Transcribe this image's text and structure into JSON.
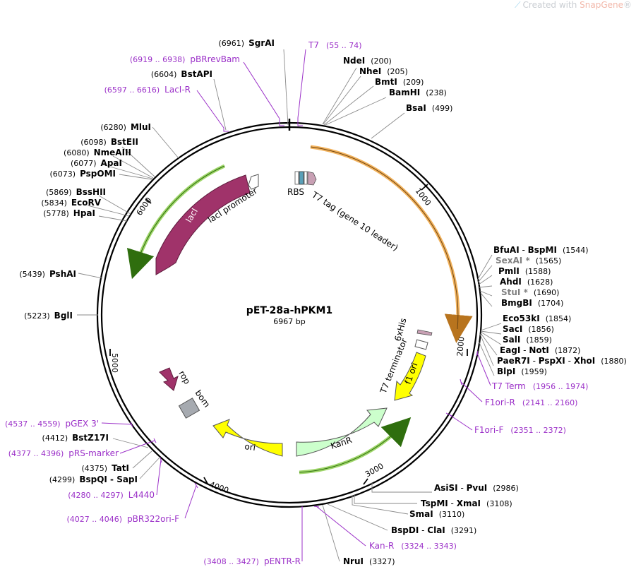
{
  "watermark": {
    "prefix": "Created with ",
    "brand": "SnapGene",
    "suffix": "®"
  },
  "plasmid": {
    "name": "pET-28a-hPKM1",
    "size_label": "6967 bp"
  },
  "ticks": [
    "1000",
    "2000",
    "3000",
    "4000",
    "5000",
    "6000"
  ],
  "sites_right": [
    {
      "parts": [
        {
          "t": "NdeI"
        }
      ],
      "pos": "(200)"
    },
    {
      "parts": [
        {
          "t": "NheI"
        }
      ],
      "pos": "(205)"
    },
    {
      "parts": [
        {
          "t": "BmtI"
        }
      ],
      "pos": "(209)"
    },
    {
      "parts": [
        {
          "t": "BamHI"
        }
      ],
      "pos": "(238)"
    },
    {
      "parts": [
        {
          "t": "BsaI"
        }
      ],
      "pos": "(499)"
    },
    {
      "parts": [
        {
          "t": "BfuAI"
        },
        {
          "t": " - ",
          "sep": true
        },
        {
          "t": "BspMI"
        }
      ],
      "pos": "(1544)"
    },
    {
      "parts": [
        {
          "t": "SexAI *",
          "grey": true
        }
      ],
      "pos": "(1565)"
    },
    {
      "parts": [
        {
          "t": "PmlI"
        }
      ],
      "pos": "(1588)"
    },
    {
      "parts": [
        {
          "t": "AhdI"
        }
      ],
      "pos": "(1628)"
    },
    {
      "parts": [
        {
          "t": "StuI *",
          "grey": true
        }
      ],
      "pos": "(1690)"
    },
    {
      "parts": [
        {
          "t": "BmgBI"
        }
      ],
      "pos": "(1704)"
    },
    {
      "parts": [
        {
          "t": "Eco53kI"
        }
      ],
      "pos": "(1854)"
    },
    {
      "parts": [
        {
          "t": "SacI"
        }
      ],
      "pos": "(1856)"
    },
    {
      "parts": [
        {
          "t": "SalI"
        }
      ],
      "pos": "(1859)"
    },
    {
      "parts": [
        {
          "t": "EagI"
        },
        {
          "t": " - ",
          "sep": true
        },
        {
          "t": "NotI"
        }
      ],
      "pos": "(1872)"
    },
    {
      "parts": [
        {
          "t": "PaeR7I"
        },
        {
          "t": " - ",
          "sep": true
        },
        {
          "t": "PspXI"
        },
        {
          "t": " - ",
          "sep": true
        },
        {
          "t": "XhoI"
        }
      ],
      "pos": "(1880)"
    },
    {
      "parts": [
        {
          "t": "BlpI"
        }
      ],
      "pos": "(1959)"
    },
    {
      "parts": [
        {
          "t": "AsiSI"
        },
        {
          "t": " - ",
          "sep": true
        },
        {
          "t": "PvuI"
        }
      ],
      "pos": "(2986)"
    },
    {
      "parts": [
        {
          "t": "TspMI"
        },
        {
          "t": " - ",
          "sep": true
        },
        {
          "t": "XmaI"
        }
      ],
      "pos": "(3108)"
    },
    {
      "parts": [
        {
          "t": "SmaI"
        }
      ],
      "pos": "(3110)"
    },
    {
      "parts": [
        {
          "t": "BspDI"
        },
        {
          "t": " - ",
          "sep": true
        },
        {
          "t": "ClaI"
        }
      ],
      "pos": "(3291)"
    },
    {
      "parts": [
        {
          "t": "NruI"
        }
      ],
      "pos": "(3327)"
    }
  ],
  "sites_left": [
    {
      "name": "SgrAI",
      "pos": "(6961)"
    },
    {
      "name": "BstAPI",
      "pos": "(6604)"
    },
    {
      "name": "MluI",
      "pos": "(6280)"
    },
    {
      "name": "BstEII",
      "pos": "(6098)"
    },
    {
      "name": "NmeAIII",
      "pos": "(6080)"
    },
    {
      "name": "ApaI",
      "pos": "(6077)"
    },
    {
      "name": "PspOMI",
      "pos": "(6073)"
    },
    {
      "name": "BssHII",
      "pos": "(5869)"
    },
    {
      "name": "EcoRV",
      "pos": "(5834)"
    },
    {
      "name": "HpaI",
      "pos": "(5778)"
    },
    {
      "name": "PshAI",
      "pos": "(5439)"
    },
    {
      "name": "BglI",
      "pos": "(5223)"
    },
    {
      "name": "BstZ17I",
      "pos": "(4412)"
    },
    {
      "name": "TatI",
      "pos": "(4375)"
    },
    {
      "name": "BspQI - SapI",
      "pos": "(4299)"
    }
  ],
  "primers": [
    {
      "name": "T7",
      "range": "(55 .. 74)"
    },
    {
      "name": "pBRrevBam",
      "range": "(6919 .. 6938)"
    },
    {
      "name": "LacI-R",
      "range": "(6597 .. 6616)"
    },
    {
      "name": "T7 Term",
      "range": "(1956 .. 1974)"
    },
    {
      "name": "F1ori-R",
      "range": "(2141 .. 2160)"
    },
    {
      "name": "F1ori-F",
      "range": "(2351 .. 2372)"
    },
    {
      "name": "pGEX 3'",
      "range": "(4537 .. 4559)"
    },
    {
      "name": "pRS-marker",
      "range": "(4377 .. 4396)"
    },
    {
      "name": "L4440",
      "range": "(4280 .. 4297)"
    },
    {
      "name": "pBR322ori-F",
      "range": "(4027 .. 4046)"
    },
    {
      "name": "Kan-R",
      "range": "(3324 .. 3343)"
    },
    {
      "name": "pENTR-R",
      "range": "(3408 .. 3427)"
    }
  ],
  "features": {
    "laci": "lacI",
    "laci_promoter": "lacI promoter",
    "rbs": "RBS",
    "t7_tag": "T7 tag (gene 10 leader)",
    "his": "6xHis",
    "t7_term": "T7 terminator",
    "f1ori": "f1 ori",
    "kanr": "KanR",
    "ori": "ori",
    "rop": "rop",
    "bom": "bom"
  },
  "colors": {
    "primer": "#9b30c8",
    "laci": "#a0336a",
    "yellow": "#ffff00",
    "kanr": "#ccffcc",
    "bom": "#a6aab0",
    "orange_arc": "#f2b25c",
    "green_arc": "#7cc23c",
    "grey_site": "#808080"
  }
}
